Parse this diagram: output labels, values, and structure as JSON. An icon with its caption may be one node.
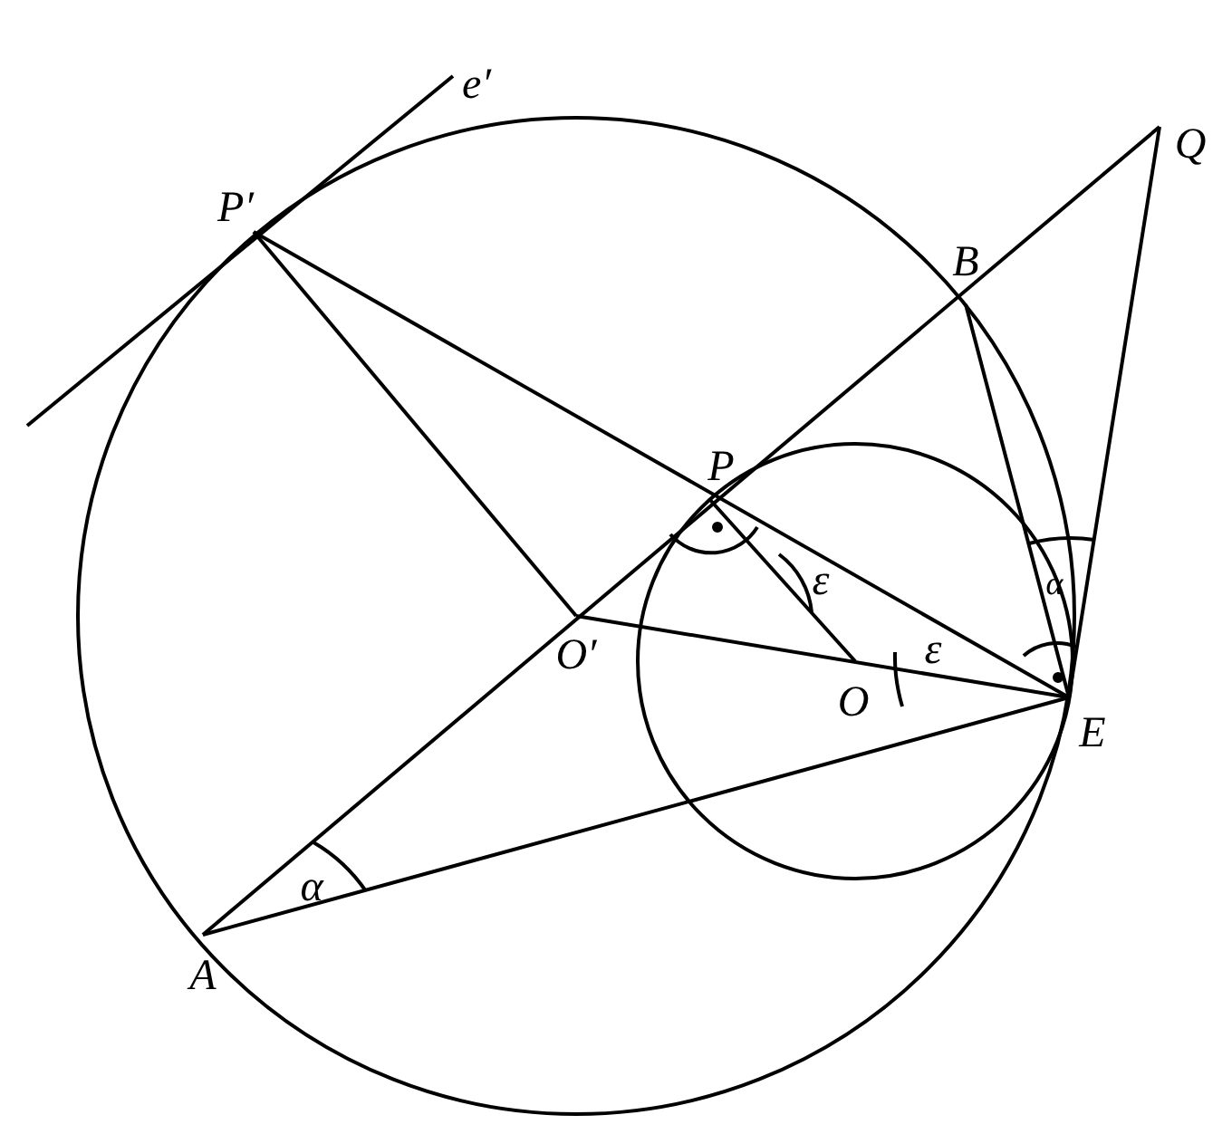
{
  "diagram": {
    "labels": [
      "e′",
      "P′",
      "Q",
      "B",
      "P",
      "ε",
      "ε",
      "α",
      "O′",
      "O",
      "E",
      "α",
      "A"
    ]
  }
}
